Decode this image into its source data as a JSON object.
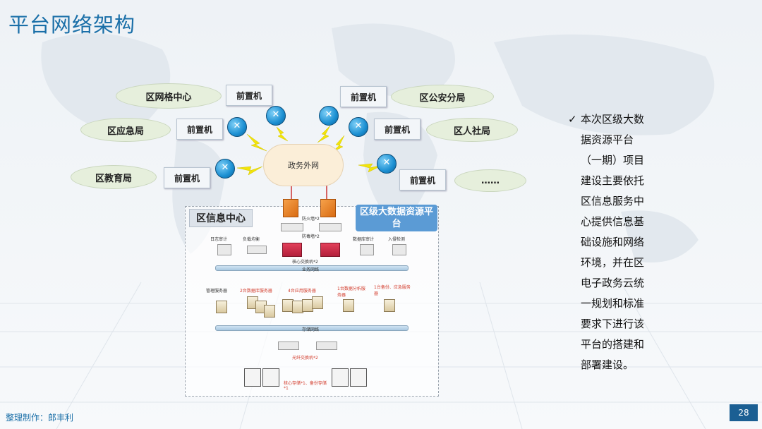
{
  "page": {
    "title": "平台网络架构",
    "footer": "整理制作：郎丰利",
    "page_number": "28"
  },
  "diagram": {
    "agencies": {
      "grid_center": "区网格中心",
      "public_security": "区公安分局",
      "emergency": "区应急局",
      "hr_social": "区人社局",
      "education": "区教育局",
      "more": "……"
    },
    "front_machine": "前置机",
    "cloud": "政务外网",
    "dc_label": "区信息中心",
    "platform_label": "区级大数据资源平台",
    "firewall": "防火墙*2",
    "antivirus": "防毒墙*2",
    "core_switch": "核心交换机*2",
    "log_audit": "日志审计",
    "load_balance": "负载均衡",
    "db_audit": "数据库审计",
    "intrusion": "入侵检测",
    "biz_network": "业务网络",
    "mgmt_server": "管理服务器",
    "db_servers": "2台数据库服务器",
    "app_servers": "4台应用服务器",
    "bak_server": "1台数据分析服务器",
    "disaster": "1台备份、应急服务器",
    "storage_network": "存储网络",
    "fiber_switch": "光纤交换机*2",
    "storage": "核心存储*1、备份存储*1"
  },
  "side_text": {
    "lines": [
      "本次区级大数",
      "据资源平台",
      "（一期）项目",
      "建设主要依托",
      "区信息服务中",
      "心提供信息基",
      "础设施和网络",
      "环境，并在区",
      "电子政务云统",
      "一规划和标准",
      "要求下进行该",
      "平台的搭建和",
      "部署建设。"
    ]
  }
}
